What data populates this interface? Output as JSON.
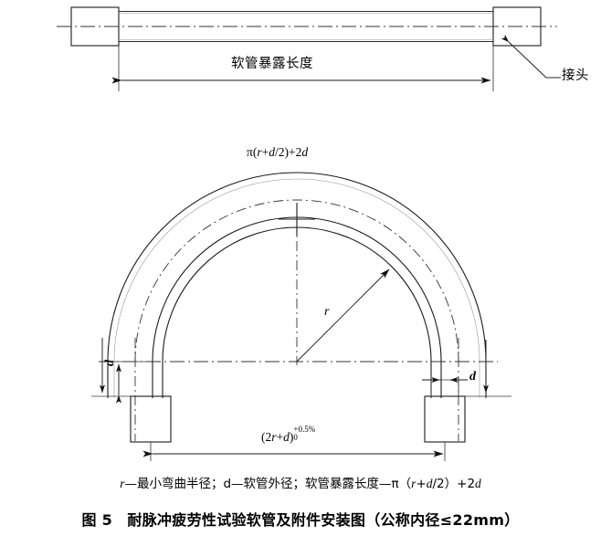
{
  "figure": {
    "caption": "图 5　耐脉冲疲劳性试验软管及附件安装图（公称内径≤22mm）",
    "note": {
      "part1": "r",
      "part2": "—最小弯曲半径；d—软管外径；软管暴露长度—π（",
      "part3": "r",
      "part4": "+",
      "part5": "d",
      "part6": "/2）+2",
      "part7": "d"
    },
    "note_full": "r—最小弯曲半径；d—软管外径；软管暴露长度—π（r+d/2）+2d"
  },
  "top_diagram": {
    "exposed_length_label": "软管暴露长度",
    "fitting_label": "接头"
  },
  "bend_diagram": {
    "arc_formula": {
      "pi": "π",
      "open": "(",
      "r": "r",
      "plus": "+",
      "d": "d",
      "half": "/2",
      "close": ")",
      "tail": "+2",
      "d2": "d"
    },
    "arc_formula_full": "π(r+d/2)+2d",
    "bottom_dimension": {
      "open": "(2",
      "r": "r",
      "plus": "+",
      "d": "d",
      "close": ")",
      "superscript": "+0.5%",
      "subscript": "0"
    },
    "bottom_dimension_full": "(2r+d)+0.5%/0",
    "radius_label": "r",
    "diameter_label_left": "d",
    "diameter_label_right": "d"
  },
  "colors": {
    "line": "#1a1a1a",
    "centerline": "#333333",
    "background": "#ffffff",
    "text": "#000000"
  }
}
